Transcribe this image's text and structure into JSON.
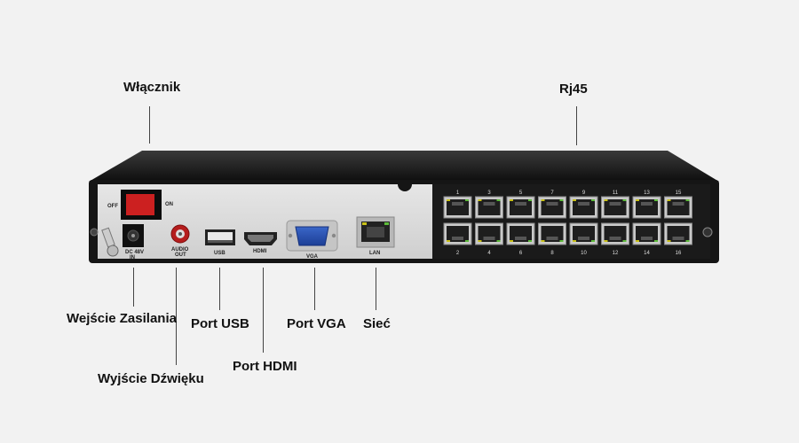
{
  "callouts": {
    "power_switch": "Włącznik",
    "rj45": "Rj45",
    "power_input": "Wejście Zasilania",
    "audio_out": "Wyjście Dźwięku",
    "usb_port": "Port USB",
    "hdmi_port": "Port HDMI",
    "vga_port": "Port VGA",
    "network": "Sieć"
  },
  "panel_labels": {
    "off": "OFF",
    "on": "ON",
    "dc_line1": "DC 48V",
    "dc_line2": "IN",
    "audio_line1": "AUDIO",
    "audio_line2": "OUT",
    "usb": "USB",
    "hdmi": "HDMI",
    "vga": "VGA",
    "lan": "LAN"
  },
  "rj45_ports": {
    "top_numbers": [
      "1",
      "3",
      "5",
      "7",
      "9",
      "11",
      "13",
      "15"
    ],
    "bottom_numbers": [
      "2",
      "4",
      "6",
      "8",
      "10",
      "12",
      "14",
      "16"
    ]
  },
  "icons": [
    "power-switch-icon",
    "dc-jack-icon",
    "rca-jack-icon",
    "usb-port-icon",
    "hdmi-port-icon",
    "vga-port-icon",
    "rj45-port-icon"
  ]
}
